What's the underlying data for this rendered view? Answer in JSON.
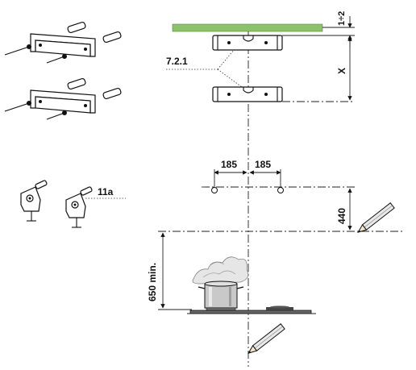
{
  "labels": {
    "gap": "1÷2",
    "bracket_ref": "7.2.1",
    "height_var": "X",
    "half_spacing_left": "185",
    "half_spacing_right": "185",
    "hole_drop": "440",
    "clamp_ref": "11a",
    "min_height": "650 min."
  },
  "colors": {
    "ceiling": "#8dc26c",
    "line": "#111111",
    "pan": "#c9c9c9"
  },
  "icons": [
    "bracket-kit-icon",
    "clamp-icon",
    "pencil-icon",
    "cooking-pot-icon",
    "steam-icon",
    "hob-icon"
  ]
}
